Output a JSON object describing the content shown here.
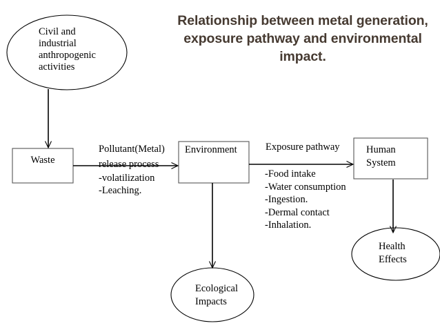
{
  "title": "Relationship between metal\ngeneration, exposure pathway and\nenvironmental impact.",
  "colors": {
    "title": "#463a31",
    "stroke": "#000000",
    "background": "#ffffff",
    "text": "#000000"
  },
  "nodes": {
    "civil_activities": {
      "shape": "ellipse",
      "label": "Civil and\nindustrial\nanthropogenic\nactivities"
    },
    "waste": {
      "shape": "rectangle",
      "label": "Waste"
    },
    "environment": {
      "shape": "rectangle",
      "label": "Environment"
    },
    "human_system": {
      "shape": "rectangle",
      "label": "Human\nSystem"
    },
    "health_effects": {
      "shape": "ellipse",
      "label": "Health\nEffects"
    },
    "ecological_impacts": {
      "shape": "ellipse",
      "label": "Ecological\nImpacts"
    }
  },
  "edges": {
    "civil_to_waste": {
      "label": ""
    },
    "waste_to_environment": {
      "label_line1": "Pollutant(Metal)",
      "label_line2": "release process",
      "items": "-volatilization\n-Leaching."
    },
    "environment_to_human": {
      "label": "Exposure pathway",
      "items": "-Food intake\n-Water consumption\n-Ingestion.\n-Dermal contact\n-Inhalation."
    },
    "environment_to_ecological": {
      "label": ""
    },
    "human_to_health": {
      "label": ""
    }
  }
}
